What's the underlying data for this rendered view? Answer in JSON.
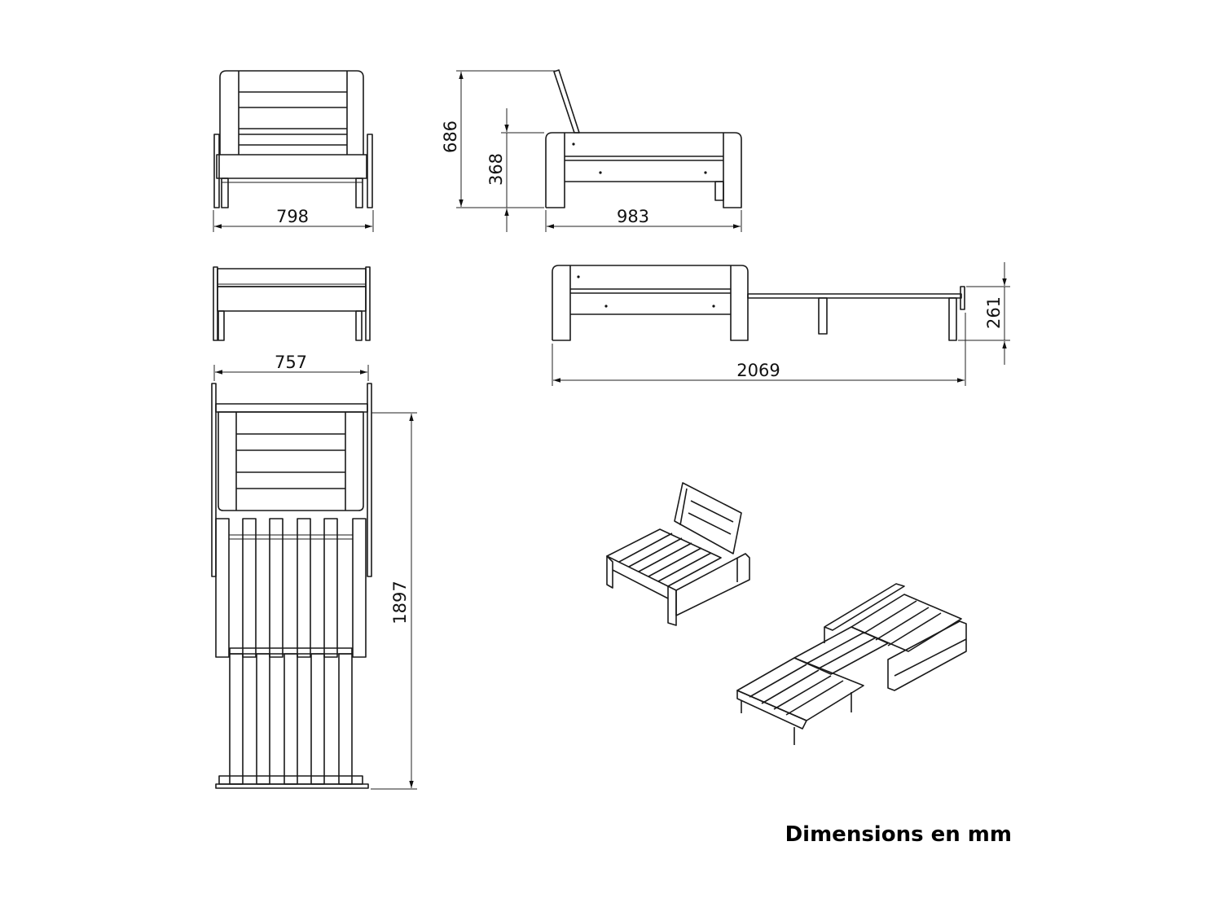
{
  "dimensions": {
    "front_width": "798",
    "side_height_total": "686",
    "side_seat_height": "368",
    "side_depth": "983",
    "rear_width": "757",
    "extended_length": "2069",
    "extended_height": "261",
    "top_view_length": "1897"
  },
  "caption": "Dimensions en mm"
}
